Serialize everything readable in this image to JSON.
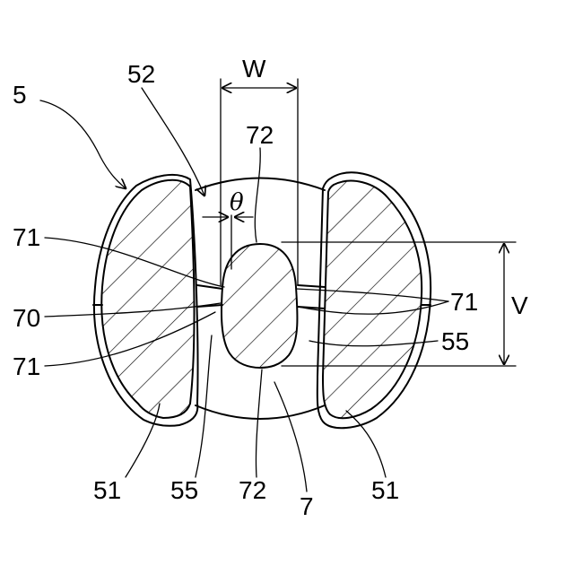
{
  "figure": {
    "labels": {
      "assembly": "5",
      "gap": "52",
      "width": "W",
      "angle": "θ",
      "height": "V",
      "ref_72": "72",
      "ref_71": "71",
      "ref_70": "70",
      "ref_55": "55",
      "ref_51": "51",
      "ref_7": "7"
    }
  }
}
